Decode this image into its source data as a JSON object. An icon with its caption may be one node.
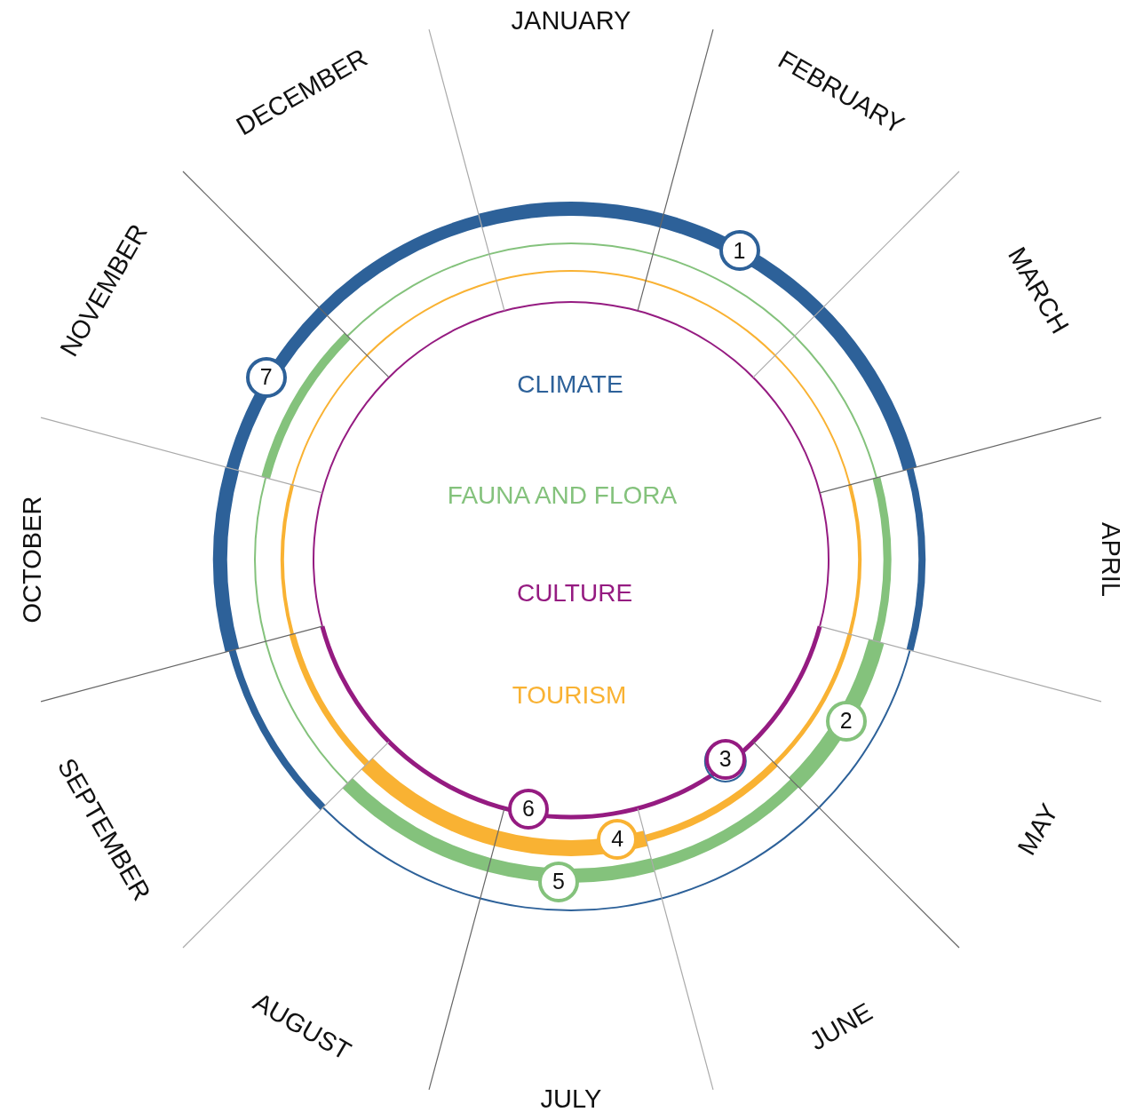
{
  "diagram": {
    "nodes": [
      {
        "text": [
          "1"
        ]
      },
      {
        "text": [
          "2"
        ]
      },
      {
        "text": [
          "3"
        ]
      },
      {
        "text": [
          "4"
        ]
      },
      {
        "text": [
          "5"
        ]
      },
      {
        "text": [
          "6"
        ]
      },
      {
        "text": [
          "7"
        ]
      }
    ],
    "labels": [
      "JANUARY",
      "FEBRUARY",
      "MARCH",
      "APRIL",
      "MAY",
      "JUNE",
      "JULY",
      "AUGUST",
      "SEPTEMBER",
      "OCTOBER",
      "NOVEMBER",
      "DECEMBER",
      "CLIMATE",
      "FAUNA AND FLORA",
      "CULTURE",
      "TOURISM"
    ]
  }
}
